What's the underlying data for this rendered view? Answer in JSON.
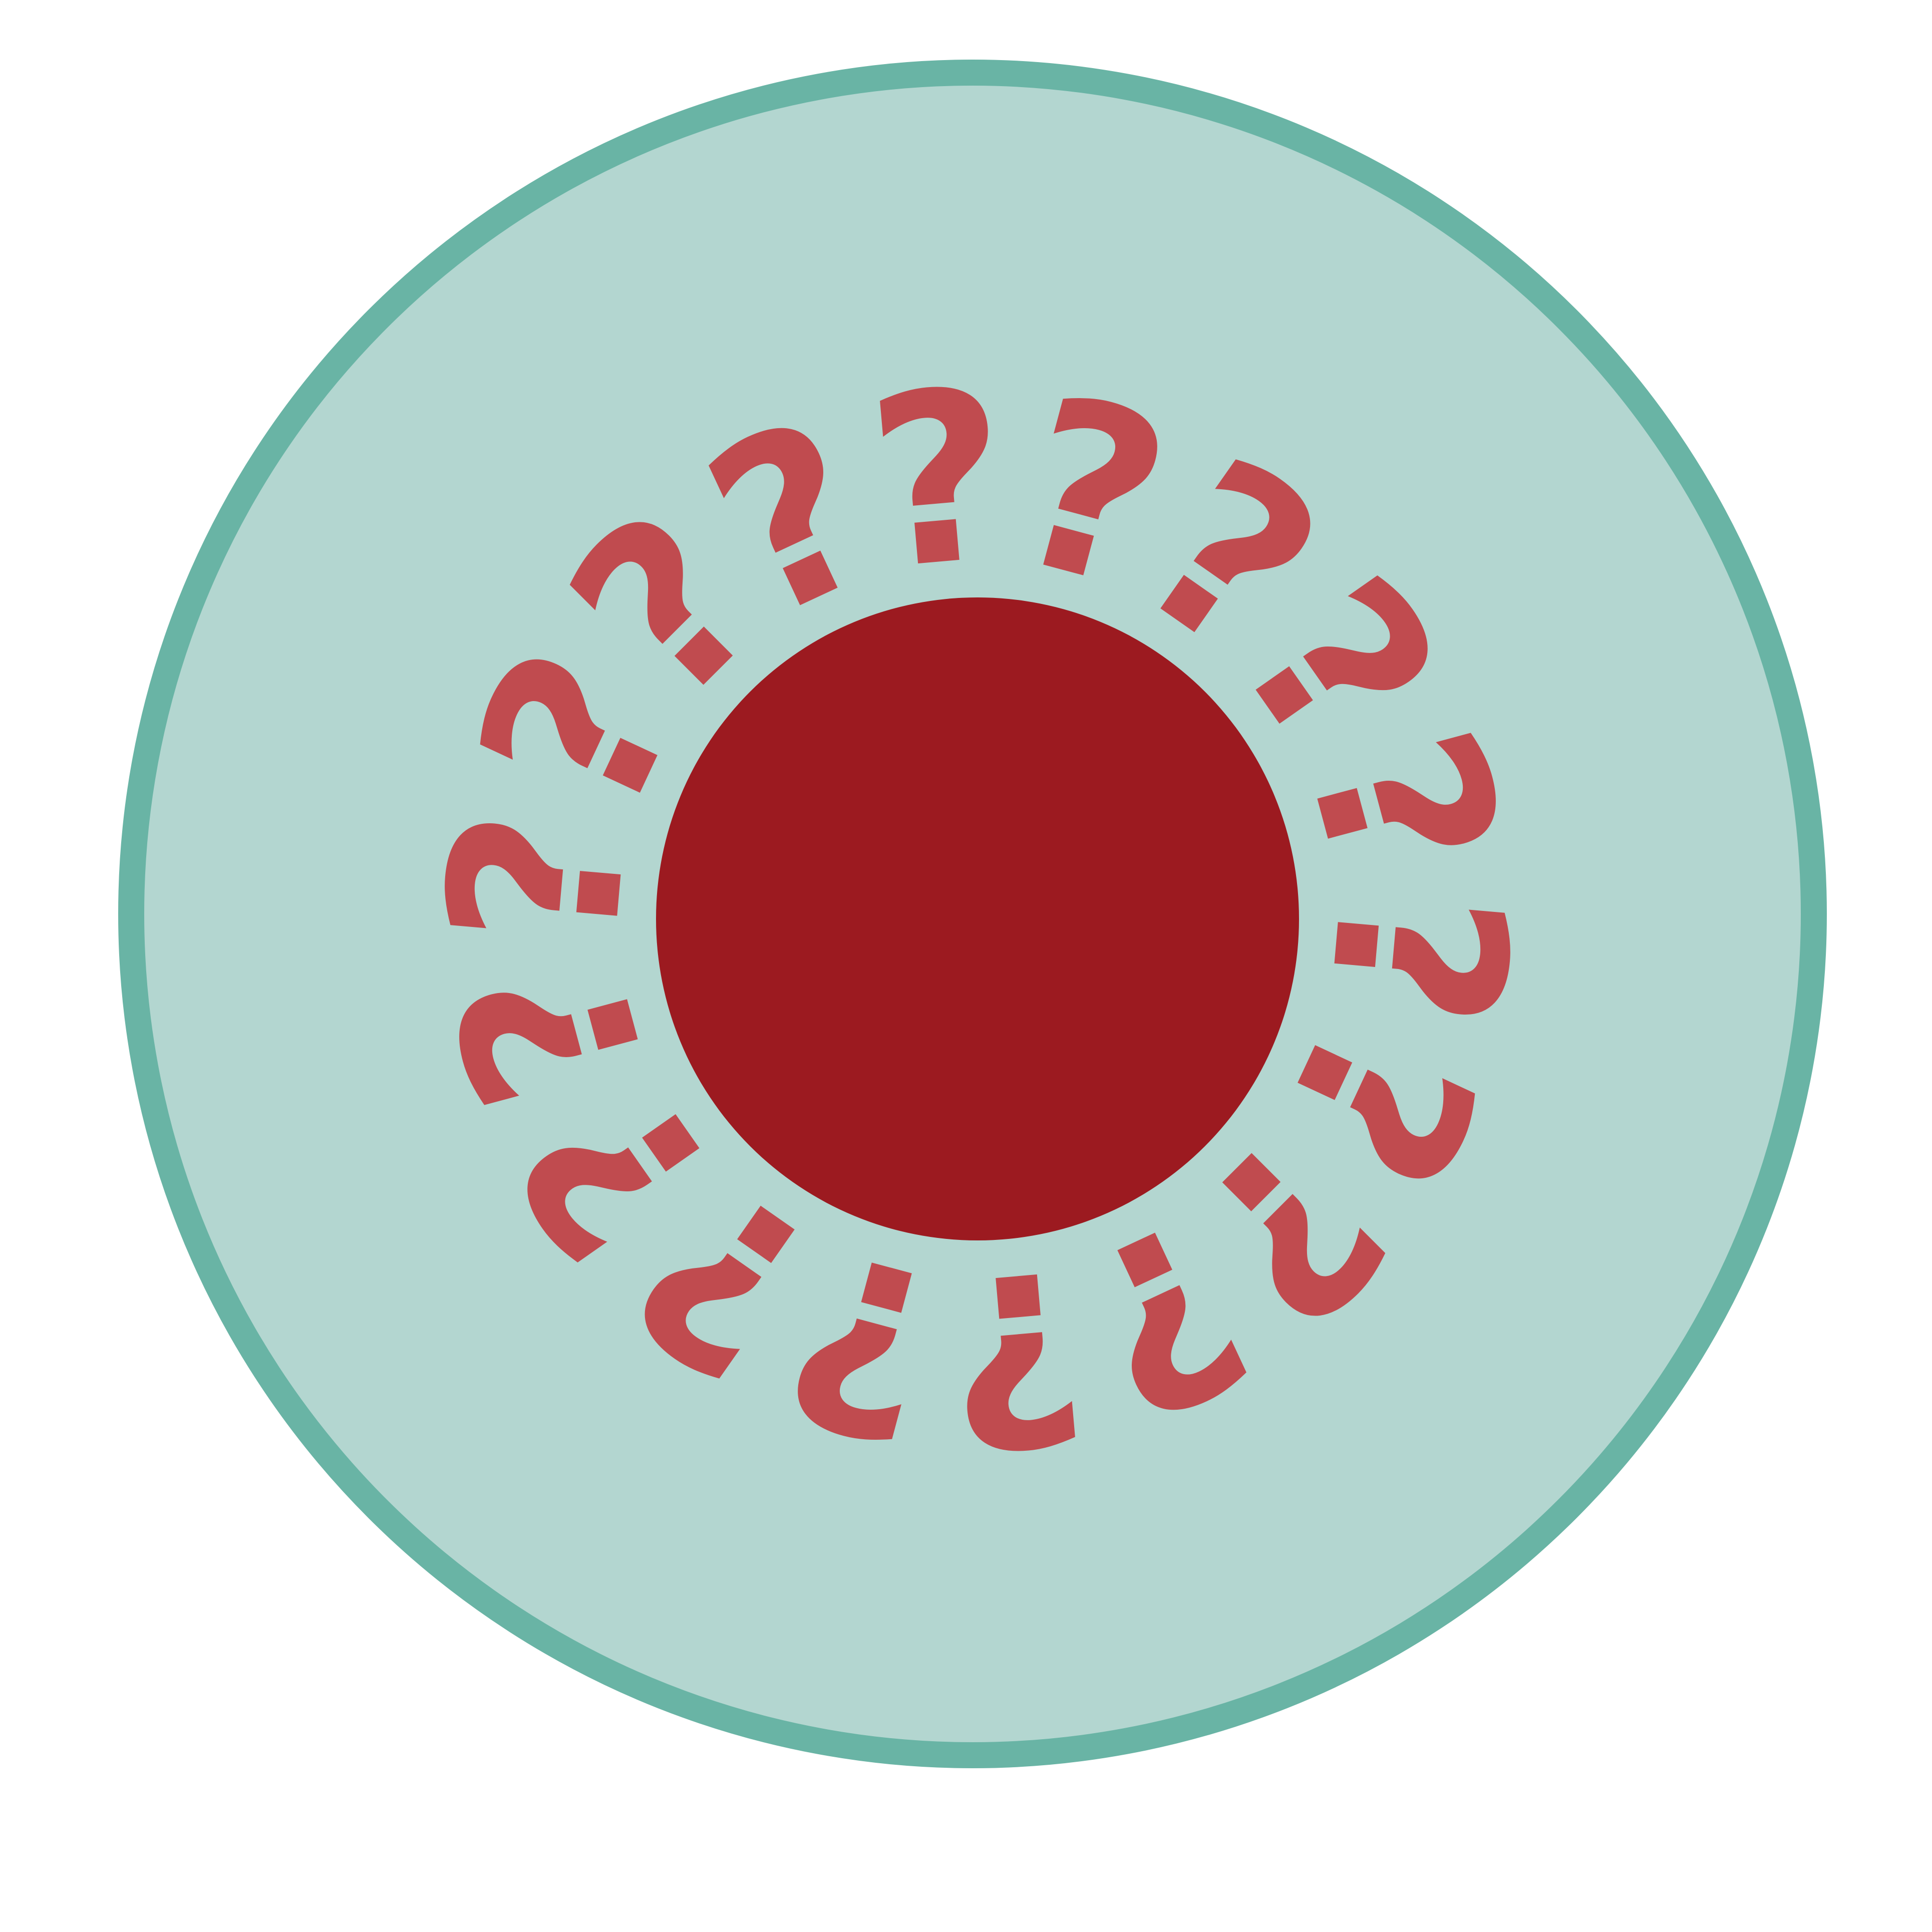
{
  "colors": {
    "background": "#ffffff",
    "cell_fill": "#b3d6d0",
    "cell_border": "#69b4a5",
    "nucleus": "#9c1a20",
    "marks": "#c04b4f"
  },
  "icons": {
    "cell": "circle-shape",
    "nucleus": "circle-shape",
    "mark": "question-mark-icon"
  },
  "marks": {
    "glyph": "?",
    "count": 18
  }
}
